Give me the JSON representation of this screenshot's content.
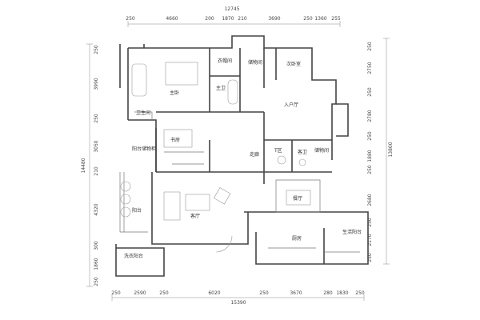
{
  "dimensions": {
    "top_total": "12745",
    "top": [
      "250",
      "4660",
      "200",
      "1870",
      "210",
      "3690",
      "250",
      "1360",
      "255"
    ],
    "bottom_total": "15390",
    "bottom": [
      "250",
      "2590",
      "250",
      "6020",
      "250",
      "3670",
      "280",
      "1830",
      "250"
    ],
    "left_total": "14480",
    "left": [
      "250",
      "3990",
      "250",
      "3050",
      "210",
      "4320",
      "300",
      "1860",
      "250"
    ],
    "right_total": "13800",
    "right": [
      "250",
      "2750",
      "250",
      "2780",
      "250",
      "1880",
      "250",
      "2680",
      "250",
      "2170",
      "250"
    ]
  },
  "rooms": [
    {
      "id": "master-bedroom",
      "label": "主卧"
    },
    {
      "id": "walk-in-closet",
      "label": "衣帽间"
    },
    {
      "id": "master-bath",
      "label": "主卫"
    },
    {
      "id": "storage",
      "label": "储物间"
    },
    {
      "id": "second-bedroom",
      "label": "次卧室"
    },
    {
      "id": "entry-hall",
      "label": "入户厅"
    },
    {
      "id": "closet-small",
      "label": "卫生间"
    },
    {
      "id": "study",
      "label": "书房"
    },
    {
      "id": "wardrobe",
      "label": "阳台储物柜"
    },
    {
      "id": "corridor",
      "label": "走廊"
    },
    {
      "id": "area",
      "label": "T区"
    },
    {
      "id": "guest-bath",
      "label": "客卫"
    },
    {
      "id": "utility",
      "label": "储物间"
    },
    {
      "id": "living-room",
      "label": "客厅"
    },
    {
      "id": "balcony",
      "label": "阳台"
    },
    {
      "id": "laundry-balcony",
      "label": "洗衣阳台"
    },
    {
      "id": "dining",
      "label": "餐厅"
    },
    {
      "id": "kitchen",
      "label": "厨房"
    },
    {
      "id": "service-balcony",
      "label": "生活阳台"
    }
  ]
}
